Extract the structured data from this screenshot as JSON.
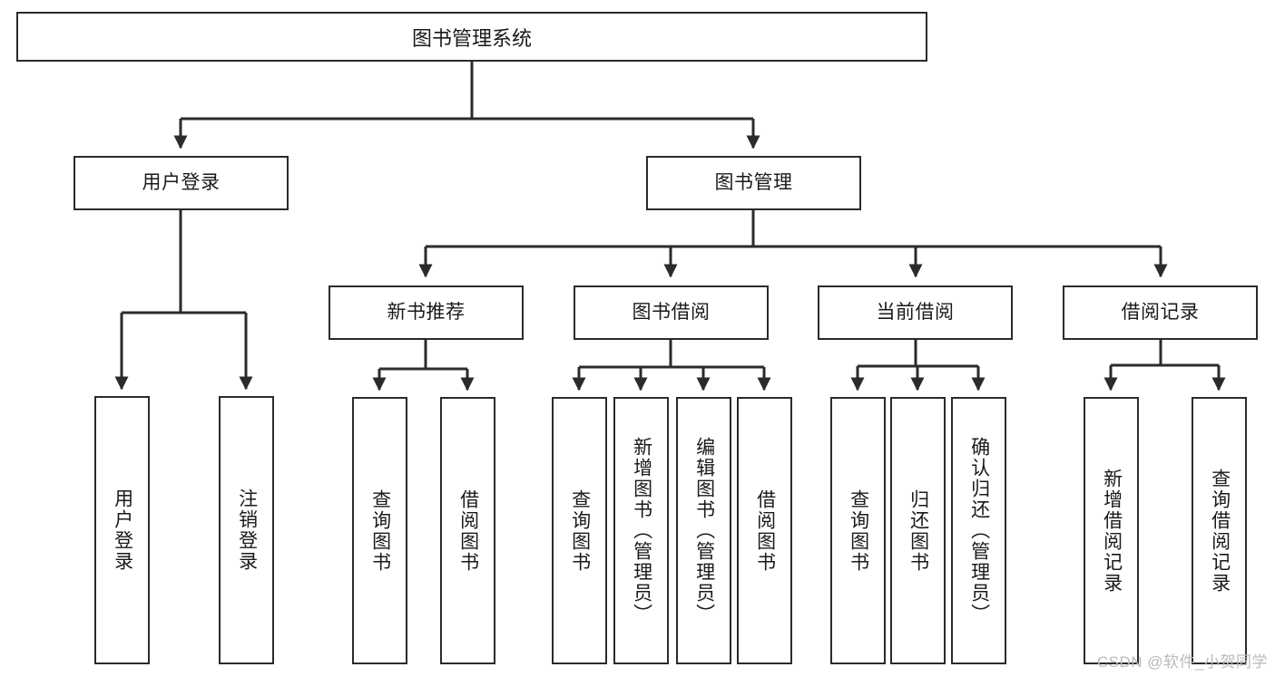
{
  "diagram": {
    "title": "图书管理系统",
    "watermark": "CSDN @软件_小贺同学",
    "line_color": "#2b2b2b",
    "box_fill": "#ffffff",
    "text_color": "#1a1a1a",
    "watermark_color": "#b9b9b9",
    "root": {
      "label": "图书管理系统"
    },
    "level2": [
      {
        "label": "用户登录"
      },
      {
        "label": "图书管理"
      }
    ],
    "level3": [
      {
        "label": "新书推荐"
      },
      {
        "label": "图书借阅"
      },
      {
        "label": "当前借阅"
      },
      {
        "label": "借阅记录"
      }
    ],
    "leaves": {
      "user_login": [
        {
          "label": "用户登录"
        },
        {
          "label": "注销登录"
        }
      ],
      "new_book_recommend": [
        {
          "label": "查询图书"
        },
        {
          "label": "借阅图书"
        }
      ],
      "book_borrow": [
        {
          "label": "查询图书"
        },
        {
          "label": "新增图书（管理员）"
        },
        {
          "label": "编辑图书（管理员）"
        },
        {
          "label": "借阅图书"
        }
      ],
      "current_borrow": [
        {
          "label": "查询图书"
        },
        {
          "label": "归还图书"
        },
        {
          "label": "确认归还（管理员）"
        }
      ],
      "borrow_records": [
        {
          "label": "新增借阅记录"
        },
        {
          "label": "查询借阅记录"
        }
      ]
    }
  }
}
